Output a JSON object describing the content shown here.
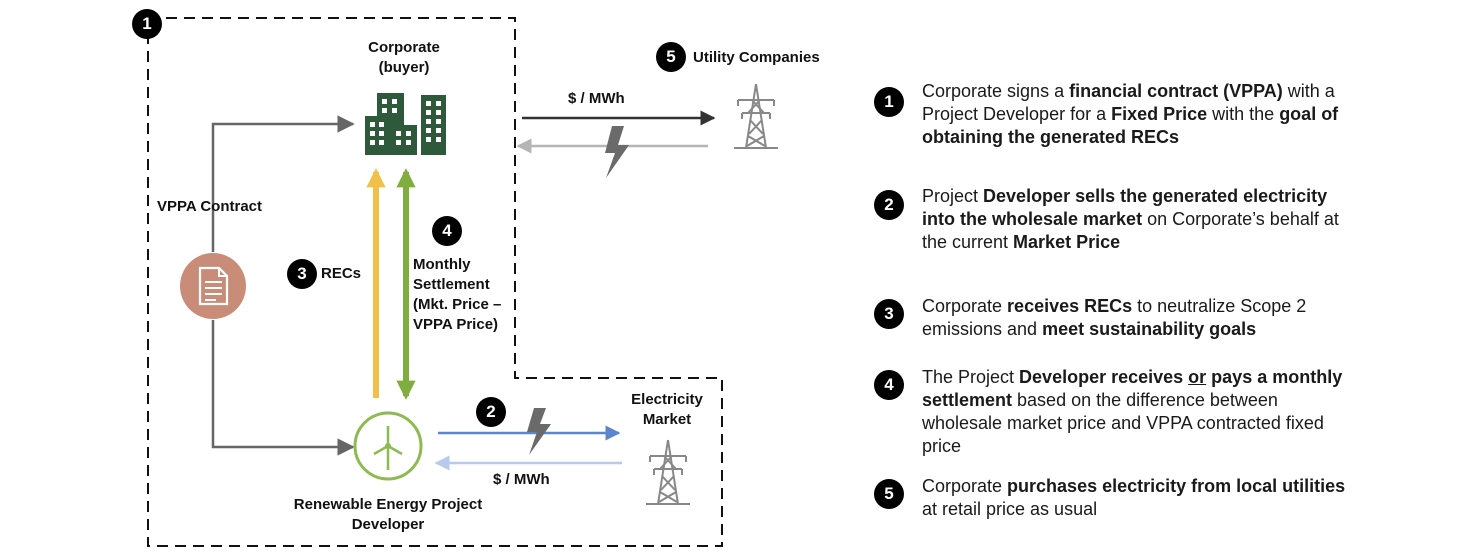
{
  "labels": {
    "corporate": "Corporate",
    "corporate_sub": "(buyer)",
    "utility": "Utility Companies",
    "price_top": "$ / MWh",
    "vppa": "VPPA Contract",
    "recs": "RECs",
    "monthly_1": "Monthly",
    "monthly_2": "Settlement",
    "monthly_3": "(Mkt. Price –",
    "monthly_4": "VPPA Price)",
    "market_1": "Electricity",
    "market_2": "Market",
    "price_bottom": "$ / MWh",
    "developer_1": "Renewable Energy Project",
    "developer_2": "Developer"
  },
  "badges": {
    "boundary": "1",
    "utility": "5",
    "monthly": "4",
    "recs": "3",
    "market": "2"
  },
  "steps": [
    {
      "num": "1",
      "parts": [
        {
          "t": "Corporate signs a ",
          "b": false
        },
        {
          "t": "financial contract (VPPA)",
          "b": true
        },
        {
          "t": " with a Project Developer for a ",
          "b": false
        },
        {
          "t": "Fixed Price",
          "b": true
        },
        {
          "t": " with the ",
          "b": false
        },
        {
          "t": "goal of obtaining the generated RECs",
          "b": true
        }
      ]
    },
    {
      "num": "2",
      "parts": [
        {
          "t": "Project ",
          "b": false
        },
        {
          "t": "Developer sells the generated electricity into the wholesale market",
          "b": true
        },
        {
          "t": " on Corporate’s behalf at the current ",
          "b": false
        },
        {
          "t": "Market Price",
          "b": true
        }
      ]
    },
    {
      "num": "3",
      "parts": [
        {
          "t": "Corporate ",
          "b": false
        },
        {
          "t": "receives RECs",
          "b": true
        },
        {
          "t": " to neutralize Scope 2 emissions and ",
          "b": false
        },
        {
          "t": "meet sustainability goals",
          "b": true
        }
      ]
    },
    {
      "num": "4",
      "parts": [
        {
          "t": "The Project ",
          "b": false
        },
        {
          "t": "Developer receives ",
          "b": true
        },
        {
          "t": "or",
          "b": true,
          "u": true
        },
        {
          "t": " pays a monthly settlement",
          "b": true
        },
        {
          "t": " based on the difference between wholesale market price and VPPA contracted fixed price",
          "b": false
        }
      ]
    },
    {
      "num": "5",
      "parts": [
        {
          "t": "Corporate ",
          "b": false
        },
        {
          "t": "purchases electricity from local utilities",
          "b": true
        },
        {
          "t": " at retail price as usual",
          "b": false
        }
      ]
    }
  ],
  "icons": {
    "building": "building-icon",
    "document": "document-icon",
    "wind_turbine": "wind-turbine-icon",
    "transmission_tower": "transmission-tower-icon",
    "lightning": "lightning-bolt-icon"
  },
  "colors": {
    "building": "#2e5a3b",
    "document_circle": "#c98c78",
    "recs_arrow": "#f0c04a",
    "settlement_arrow": "#7fae3f",
    "turbine_ring": "#8dbb50",
    "market_arrow_out": "#5b86cc",
    "market_arrow_in": "#b7c9ec",
    "utility_arrow_out": "#333333",
    "utility_arrow_in": "#b5b5b5",
    "contract_line": "#666666",
    "tower": "#888888",
    "lightning": "#6a6a6a"
  }
}
